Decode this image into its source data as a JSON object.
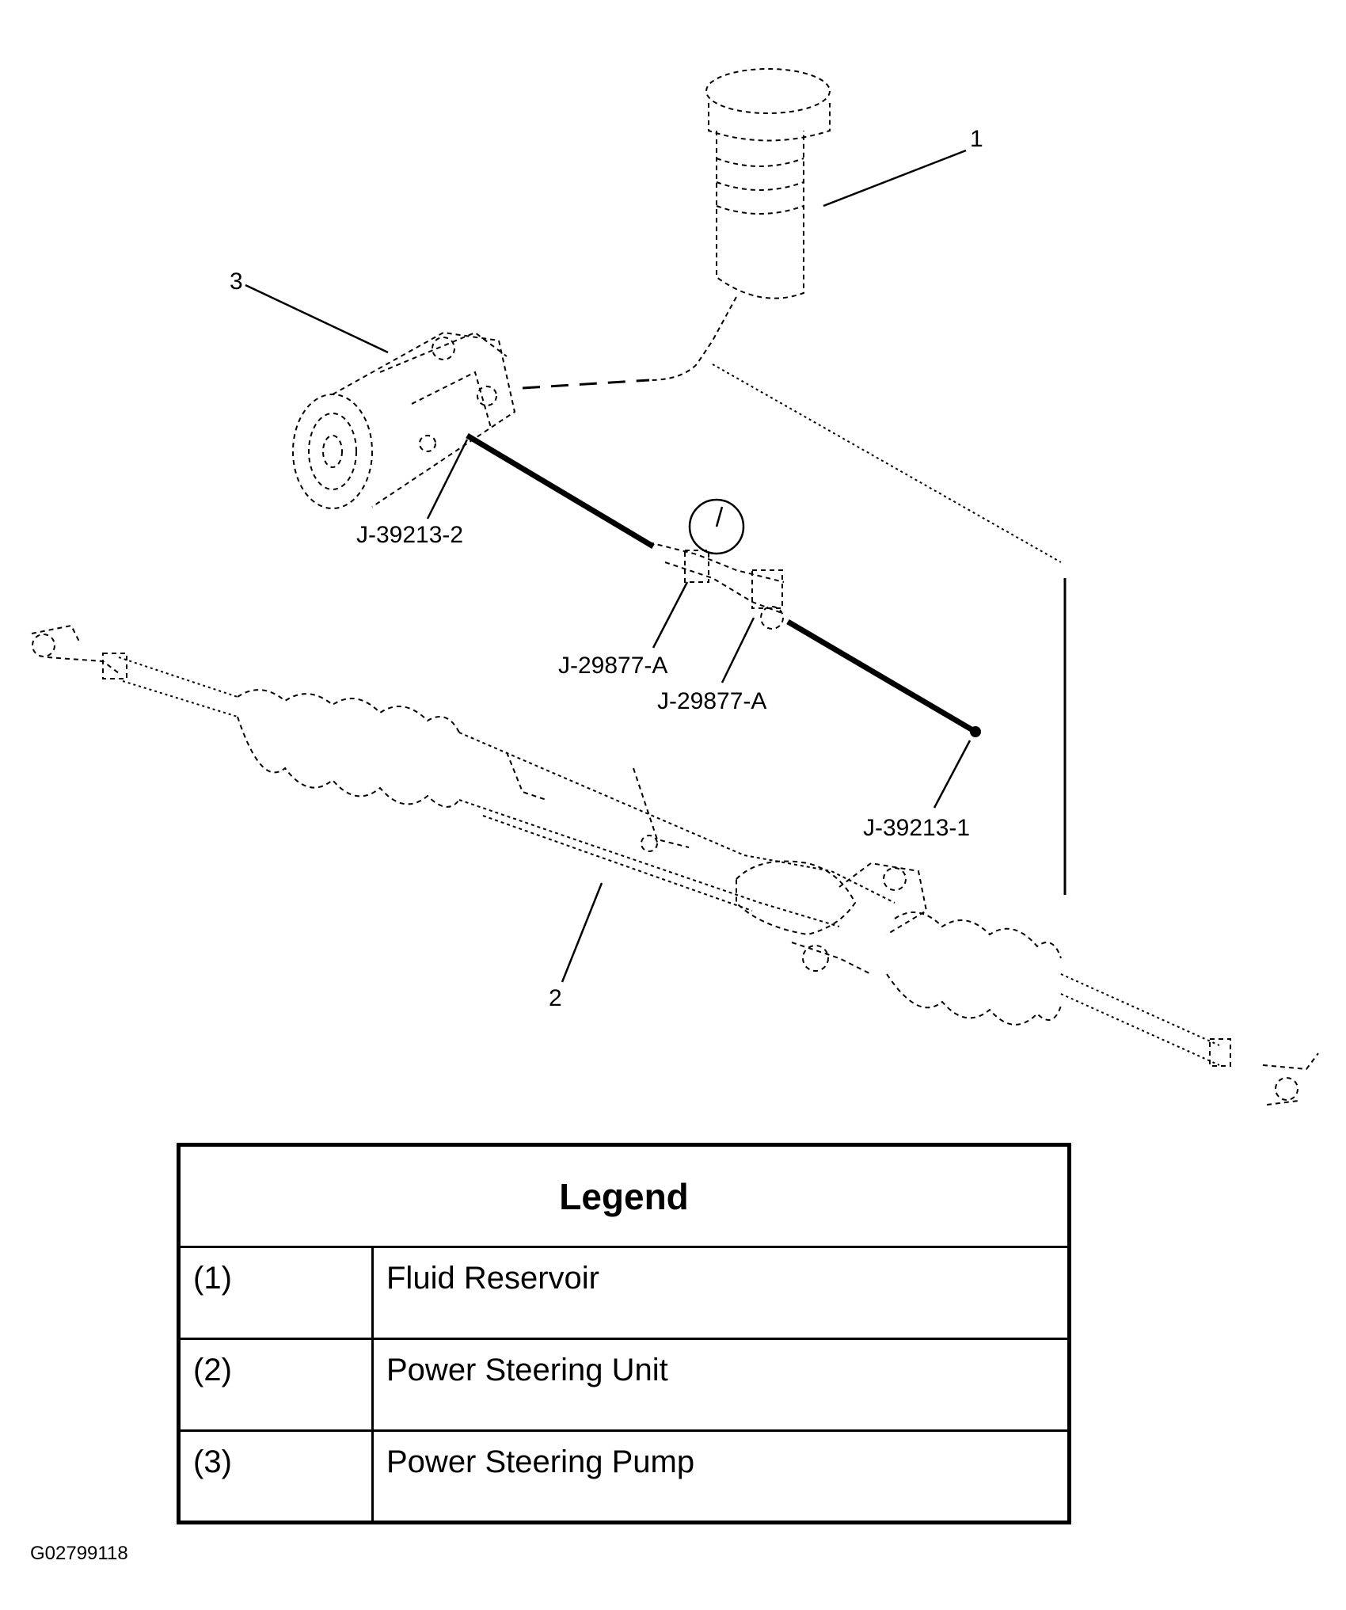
{
  "callouts": {
    "reservoir": "1",
    "steering_unit": "2",
    "pump": "3",
    "tool_pump_fitting": "J-39213-2",
    "tool_gauge_valve_a": "J-29877-A",
    "tool_gauge_valve_b": "J-29877-A",
    "tool_gear_fitting": "J-39213-1"
  },
  "legend": {
    "title": "Legend",
    "rows": [
      {
        "num": "(1)",
        "desc": "Fluid Reservoir"
      },
      {
        "num": "(2)",
        "desc": "Power Steering Unit"
      },
      {
        "num": "(3)",
        "desc": "Power Steering Pump"
      }
    ]
  },
  "figure_id": "G02799118"
}
